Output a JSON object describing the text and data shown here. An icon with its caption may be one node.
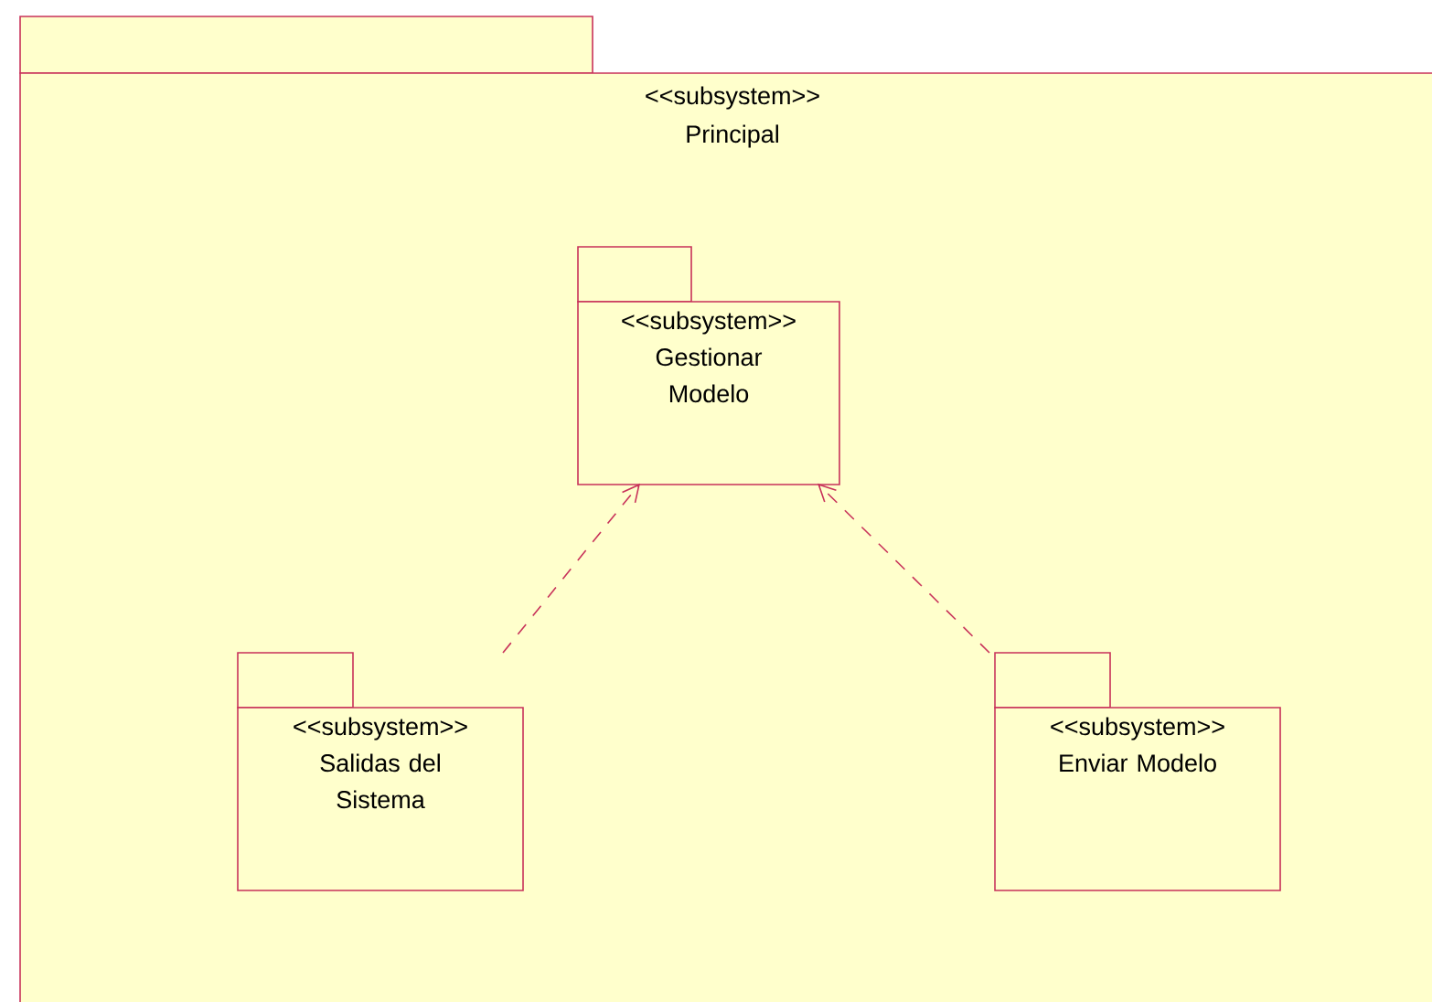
{
  "diagram": {
    "nodes": [
      {
        "text": [
          "<<subsystem>>",
          "Principal"
        ]
      },
      {
        "text": [
          "<<subsystem>>",
          "Gestionar Modelo"
        ],
        "in": 0
      },
      {
        "text": [
          "<<subsystem>>",
          "Salidas del Sistema"
        ],
        "in": 0
      },
      {
        "text": [
          "<<subsystem>>",
          "Enviar Modelo"
        ],
        "in": 0
      }
    ],
    "edges": [
      {
        "from": 2,
        "to": 1,
        "arrow": "to",
        "style": "dashed"
      },
      {
        "from": 3,
        "to": 1,
        "arrow": "to",
        "style": "dashed"
      }
    ]
  }
}
